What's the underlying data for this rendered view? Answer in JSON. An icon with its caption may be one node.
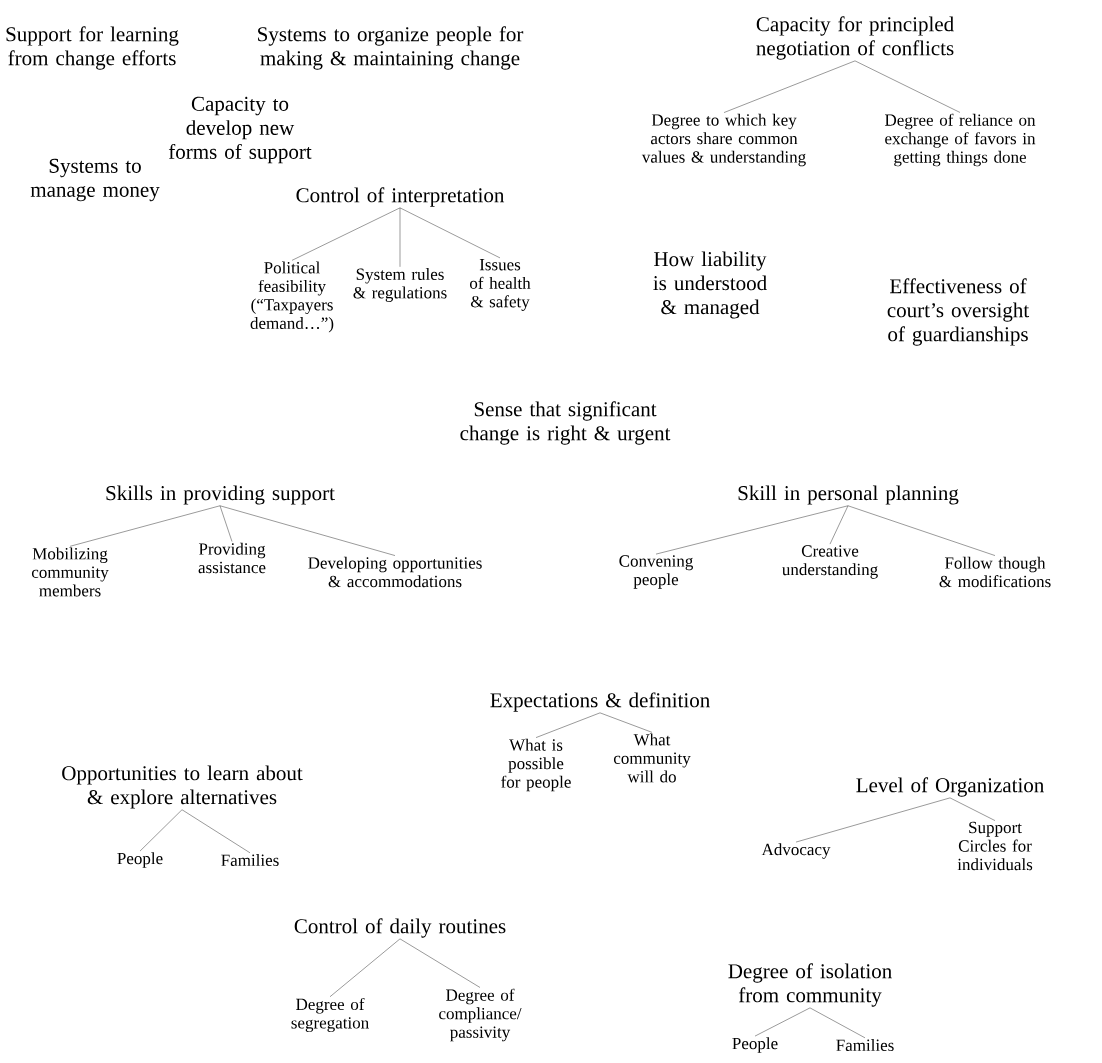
{
  "diagram": {
    "nodes": [
      {
        "text": [
          "Support for learning from change efforts"
        ]
      },
      {
        "text": [
          "Systems to organize people for making & maintaining change"
        ]
      },
      {
        "text": [
          "Capacity to develop new forms of support"
        ]
      },
      {
        "text": [
          "Systems to manage money"
        ]
      },
      {
        "text": [
          "Capacity for principled negotiation of conflicts"
        ]
      },
      {
        "text": [
          "Degree to which key actors share common values & understanding"
        ]
      },
      {
        "text": [
          "Degree of reliance on exchange of favors in getting things done"
        ]
      },
      {
        "text": [
          "Control of interpretation"
        ]
      },
      {
        "text": [
          "Political feasibility (“Taxpayers demand…”)"
        ]
      },
      {
        "text": [
          "System rules & regulations"
        ]
      },
      {
        "text": [
          "Issues of health & safety"
        ]
      },
      {
        "text": [
          "How liability is understood & managed"
        ]
      },
      {
        "text": [
          "Effectiveness of court’s oversight of guardianships"
        ]
      },
      {
        "text": [
          "Sense that significant change is right & urgent"
        ]
      },
      {
        "text": [
          "Skills in providing support"
        ]
      },
      {
        "text": [
          "Mobilizing community members"
        ]
      },
      {
        "text": [
          "Providing assistance"
        ]
      },
      {
        "text": [
          "Developing opportunities & accommodations"
        ]
      },
      {
        "text": [
          "Skill in personal planning"
        ]
      },
      {
        "text": [
          "Convening people"
        ]
      },
      {
        "text": [
          "Creative understanding"
        ]
      },
      {
        "text": [
          "Follow though & modifications"
        ]
      },
      {
        "text": [
          "Expectations & definition"
        ]
      },
      {
        "text": [
          "What is possible for people"
        ]
      },
      {
        "text": [
          "What community will do"
        ]
      },
      {
        "text": [
          "Opportunities to learn about & explore alternatives"
        ]
      },
      {
        "text": [
          "People"
        ]
      },
      {
        "text": [
          "Families"
        ]
      },
      {
        "text": [
          "Level of Organization"
        ]
      },
      {
        "text": [
          "Advocacy"
        ]
      },
      {
        "text": [
          "Support Circles for individuals"
        ]
      },
      {
        "text": [
          "Control of daily routines"
        ]
      },
      {
        "text": [
          "Degree of segregation"
        ]
      },
      {
        "text": [
          "Degree of compliance/ passivity"
        ]
      },
      {
        "text": [
          "Degree of isolation from community"
        ]
      },
      {
        "text": [
          "People"
        ]
      },
      {
        "text": [
          "Families"
        ]
      }
    ],
    "edges": [
      {
        "from": 4,
        "to": 5,
        "arrow": "none"
      },
      {
        "from": 4,
        "to": 6,
        "arrow": "none"
      },
      {
        "from": 7,
        "to": 8,
        "arrow": "none"
      },
      {
        "from": 7,
        "to": 9,
        "arrow": "none"
      },
      {
        "from": 7,
        "to": 10,
        "arrow": "none"
      },
      {
        "from": 14,
        "to": 15,
        "arrow": "none"
      },
      {
        "from": 14,
        "to": 16,
        "arrow": "none"
      },
      {
        "from": 14,
        "to": 17,
        "arrow": "none"
      },
      {
        "from": 18,
        "to": 19,
        "arrow": "none"
      },
      {
        "from": 18,
        "to": 20,
        "arrow": "none"
      },
      {
        "from": 18,
        "to": 21,
        "arrow": "none"
      },
      {
        "from": 22,
        "to": 23,
        "arrow": "none"
      },
      {
        "from": 22,
        "to": 24,
        "arrow": "none"
      },
      {
        "from": 25,
        "to": 26,
        "arrow": "none"
      },
      {
        "from": 25,
        "to": 27,
        "arrow": "none"
      },
      {
        "from": 28,
        "to": 29,
        "arrow": "none"
      },
      {
        "from": 28,
        "to": 30,
        "arrow": "none"
      },
      {
        "from": 31,
        "to": 32,
        "arrow": "none"
      },
      {
        "from": 31,
        "to": 33,
        "arrow": "none"
      },
      {
        "from": 34,
        "to": 35,
        "arrow": "none"
      },
      {
        "from": 34,
        "to": 36,
        "arrow": "none"
      }
    ]
  }
}
